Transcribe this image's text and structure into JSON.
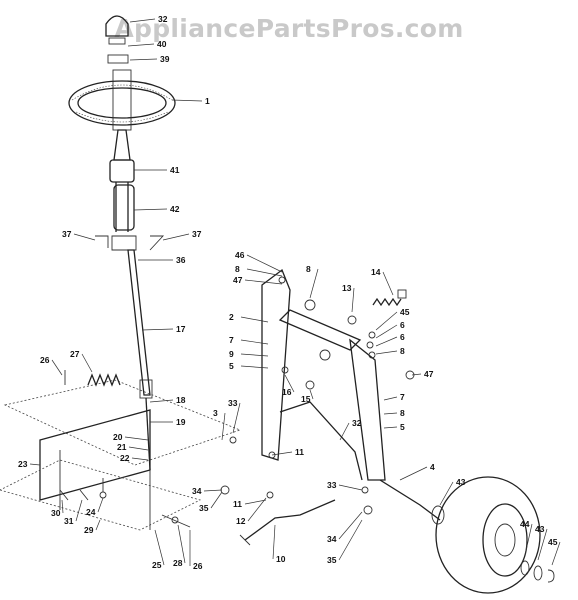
{
  "watermark": "AppliancePartsPros.com",
  "diagram": {
    "callouts": [
      "32",
      "40",
      "39",
      "1",
      "41",
      "42",
      "37",
      "37",
      "36",
      "46",
      "8",
      "8",
      "47",
      "14",
      "13",
      "2",
      "45",
      "6",
      "6",
      "8",
      "7",
      "9",
      "5",
      "16",
      "15",
      "47",
      "17",
      "26",
      "27",
      "18",
      "7",
      "8",
      "5",
      "3",
      "33",
      "19",
      "20",
      "21",
      "22",
      "32",
      "11",
      "23",
      "4",
      "34",
      "33",
      "35",
      "11",
      "12",
      "43",
      "30",
      "31",
      "24",
      "29",
      "25",
      "28",
      "26",
      "10",
      "34",
      "35",
      "44",
      "43",
      "45"
    ]
  }
}
